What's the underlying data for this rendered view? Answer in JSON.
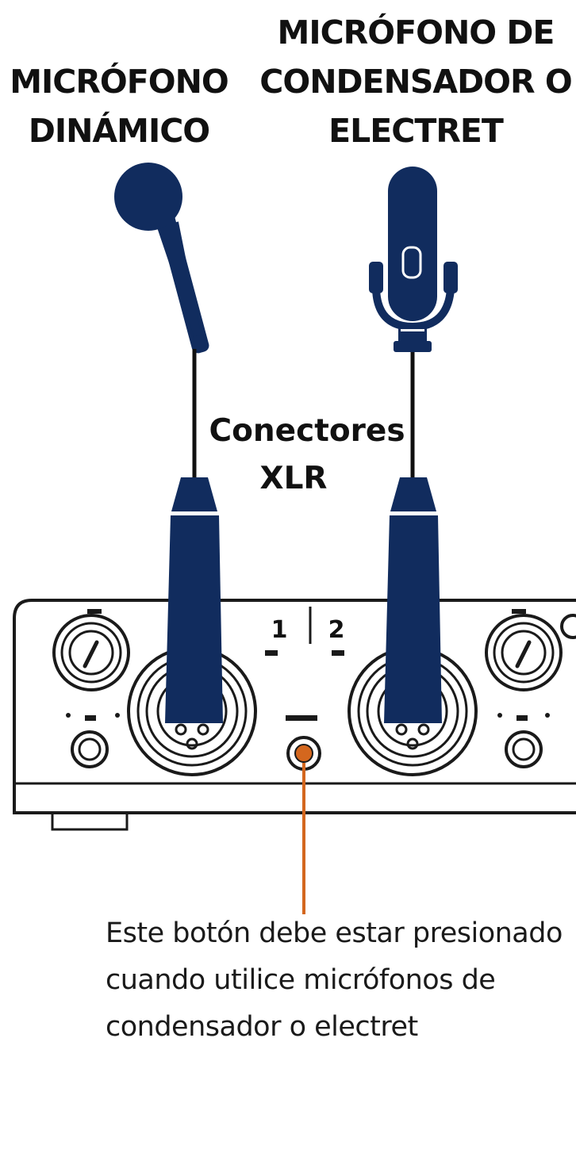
{
  "titles": {
    "dynamic_mic": "MICRÓFONO\nDINÁMICO",
    "condenser_mic": "MICRÓFONO DE\nCONDENSADOR O\nELECTRET"
  },
  "connector_label": {
    "line1": "Conectores",
    "line2": "XLR"
  },
  "panel": {
    "channel_1": "1",
    "channel_2": "2"
  },
  "caption": "Este botón debe estar presionado cuando utilice micrófonos de condensador o electret",
  "colors": {
    "mic_navy": "#112c5e",
    "callout_orange": "#d4671e",
    "outline": "#1a1a1a"
  }
}
